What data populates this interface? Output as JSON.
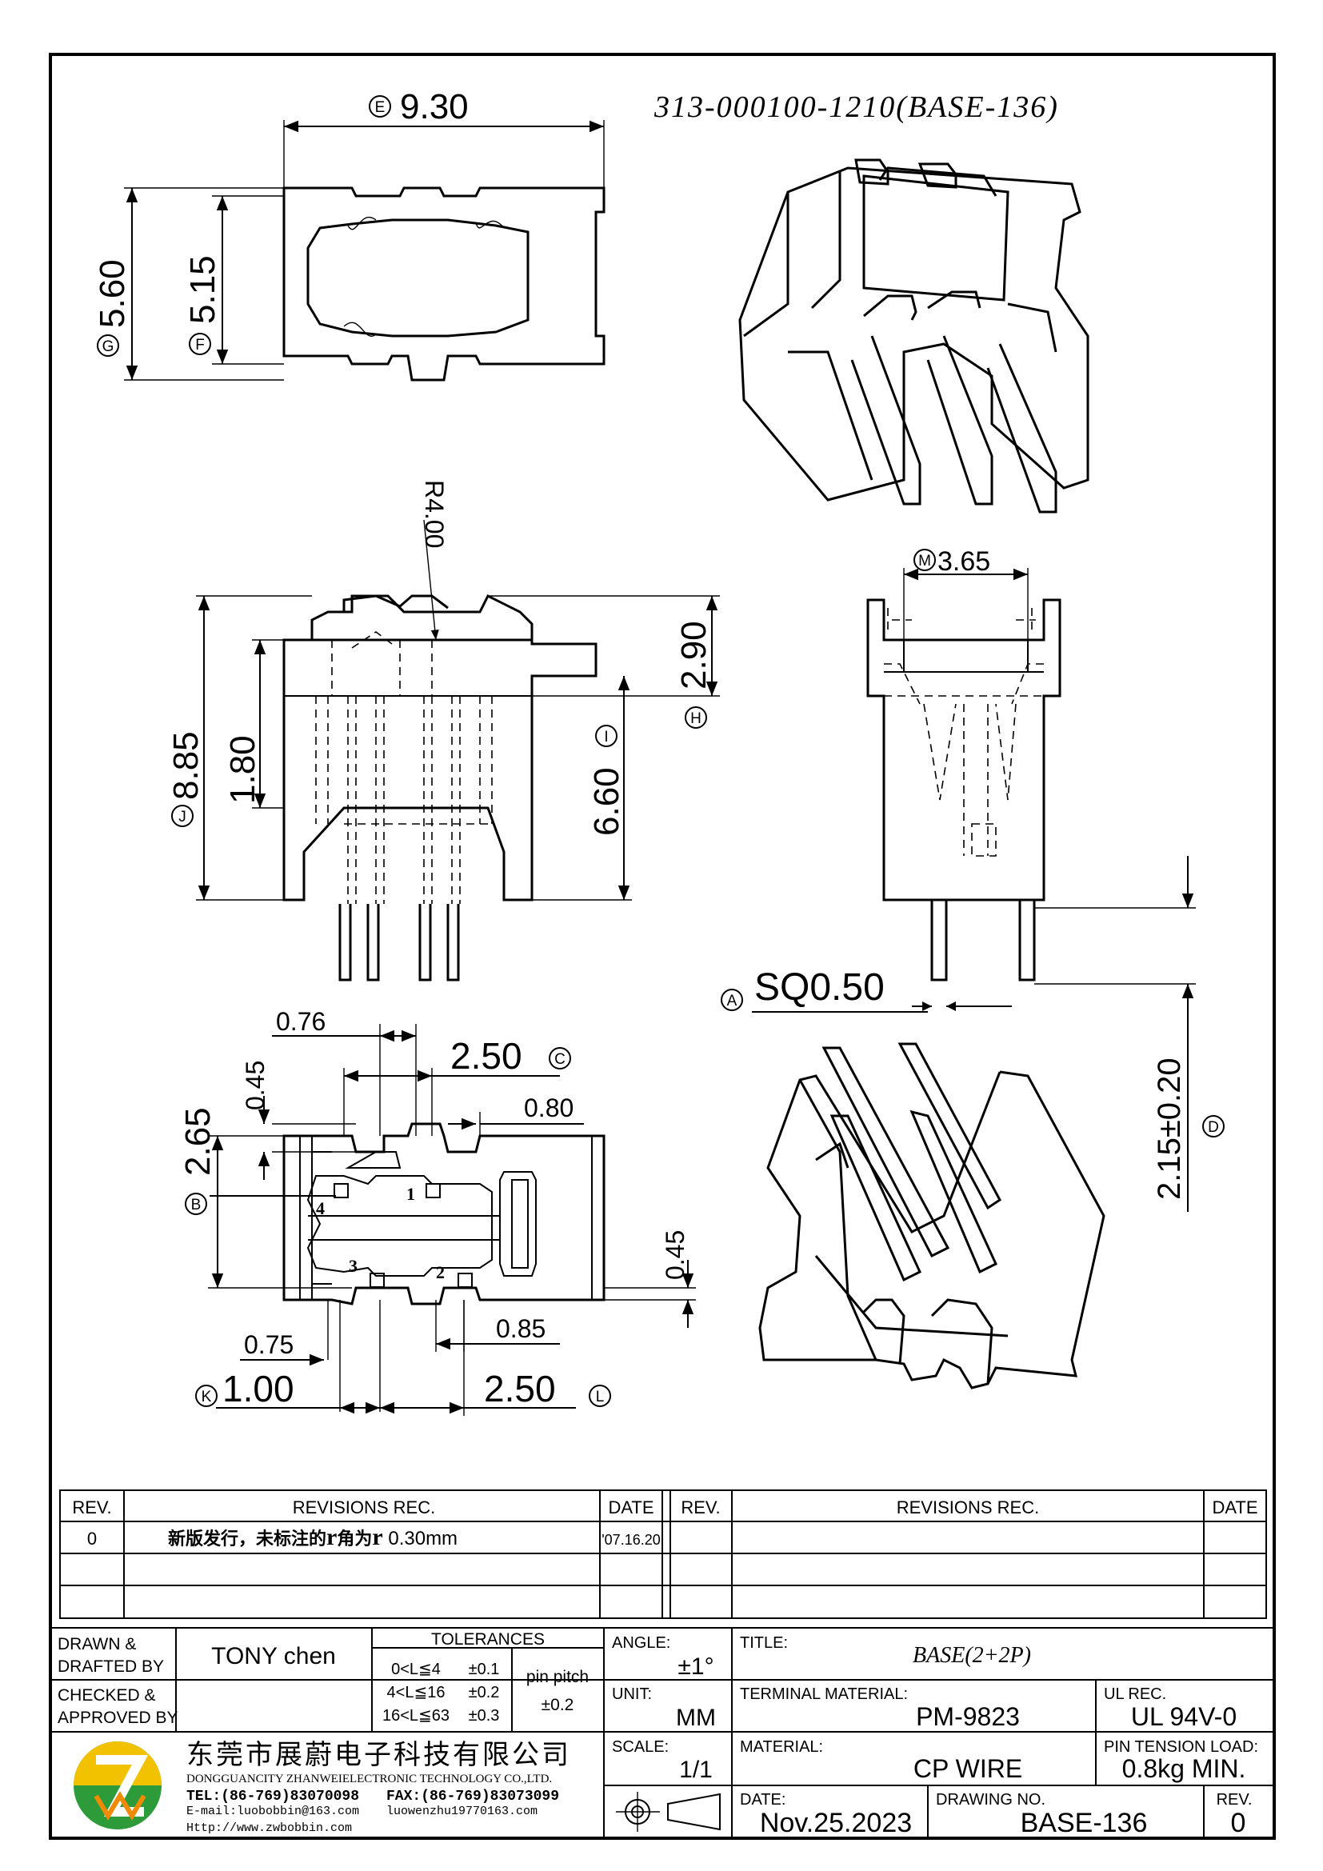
{
  "part_number": "313-000100-1210(BASE-136)",
  "dimensions": {
    "E": {
      "marker": "E",
      "value": "9.30"
    },
    "G": {
      "marker": "G",
      "value": "5.60"
    },
    "F": {
      "marker": "F",
      "value": "5.15"
    },
    "radius": "R4.00",
    "M": {
      "marker": "M",
      "value": "3.65"
    },
    "J": {
      "marker": "J",
      "value": "8.85"
    },
    "side_1_80": "1.80",
    "I": {
      "marker": "I",
      "value": "6.60"
    },
    "H": {
      "marker": "H",
      "value": "2.90"
    },
    "A": {
      "marker": "A",
      "value": "SQ0.50"
    },
    "D": {
      "marker": "D",
      "value": "2.15±0.20"
    },
    "dim_0_76": "0.76",
    "dim_0_45_top": "0.45",
    "C": {
      "marker": "C",
      "value": "2.50"
    },
    "dim_0_80": "0.80",
    "B": {
      "marker": "B",
      "value": "2.65"
    },
    "dim_0_45_right": "0.45",
    "dim_0_75": "0.75",
    "dim_0_85": "0.85",
    "K": {
      "marker": "K",
      "value": "1.00"
    },
    "L": {
      "marker": "L",
      "value": "2.50"
    },
    "pins": [
      "1",
      "2",
      "3",
      "4"
    ]
  },
  "revisions": {
    "headers": {
      "rev": "REV.",
      "rec": "REVISIONS   REC.",
      "date": "DATE"
    },
    "rows": [
      {
        "rev": "0",
        "rec_cn": "新版发行，未标注的",
        "r1": "r",
        "mid_cn": "角为",
        "r2": "r",
        "rec_val": " 0.30mm",
        "date": "'07.16.20"
      }
    ]
  },
  "title_block": {
    "drawn_label": "DRAWN &\nDRAFTED BY",
    "drawn_label_1": "DRAWN &",
    "drawn_label_2": "DRAFTED BY",
    "drawn_by": "TONY  chen",
    "checked_label_1": "CHECKED &",
    "checked_label_2": "APPROVED BY",
    "tolerances_label": "TOLERANCES",
    "tol_rows": [
      "0<L≦4",
      "4<L≦16",
      "16<L≦63"
    ],
    "tol_vals": [
      "±0.1",
      "±0.2",
      "±0.3"
    ],
    "pin_pitch_label": "pin  pitch",
    "pin_pitch_val": "±0.2",
    "angle_label": "ANGLE:",
    "angle_val": "±1°",
    "unit_label": "UNIT:",
    "unit_val": "MM",
    "scale_label": "SCALE:",
    "scale_val": "1/1",
    "title_label": "TITLE:",
    "title_val": "BASE(2+2P)",
    "terminal_label": "TERMINAL  MATERIAL:",
    "terminal_val": "PM-9823",
    "ul_label": "UL  REC.",
    "ul_val": "UL  94V-0",
    "material_label": "MATERIAL:",
    "material_val": "CP  WIRE",
    "pin_tension_label": "PIN  TENSION  LOAD:",
    "pin_tension_val": "0.8kg  MIN.",
    "date_label": "DATE:",
    "date_val": "Nov.25.2023",
    "drawing_no_label": "DRAWING  NO.",
    "drawing_no_val": "BASE-136",
    "rev_label": "REV.",
    "rev_val": "0"
  },
  "company": {
    "name_cn": "东莞市展蔚电子科技有限公司",
    "name_en": "DONGGUANCITY  ZHANWEIELECTRONIC  TECHNOLOGY  CO.,LTD.",
    "tel": "TEL:(86-769)83070098",
    "fax": "FAX:(86-769)83073099",
    "email": "E-mail:luobobbin@163.com",
    "email2": "luowenzhu19770163.com",
    "web": "Http://www.zwbobbin.com",
    "logo_letters": "ZW",
    "logo_colors": {
      "yellow": "#f2c200",
      "green": "#2e9b3a",
      "orange": "#f08a00"
    }
  }
}
